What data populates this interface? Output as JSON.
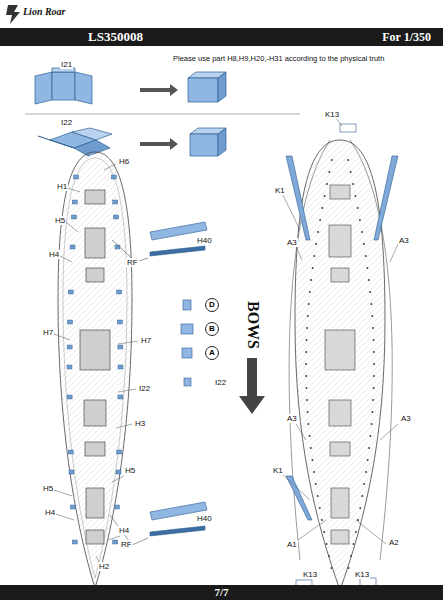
{
  "diagram": {
    "nodes": [
      {
        "text": [
          "LS350008",
          "For 1/350"
        ]
      },
      {
        "text": [
          "7/7"
        ]
      },
      {
        "text": [
          "D"
        ]
      },
      {
        "text": [
          "B"
        ]
      },
      {
        "text": [
          "A"
        ]
      }
    ],
    "labels": [
      "Lion Roar",
      "Please use part H8,H9,H20,-H31 according to the physical truth",
      "I21",
      "I22",
      "H6",
      "H1",
      "H5",
      "H40",
      "RF",
      "H4",
      "H7",
      "H7",
      "I22",
      "H3",
      "H5",
      "H5",
      "H40",
      "RF",
      "H4",
      "H4",
      "H2",
      "I22",
      "BOWS",
      "K13",
      "K1",
      "A3",
      "A3",
      "A3",
      "A3",
      "K1",
      "A2",
      "A1",
      "K13",
      "K13"
    ]
  }
}
